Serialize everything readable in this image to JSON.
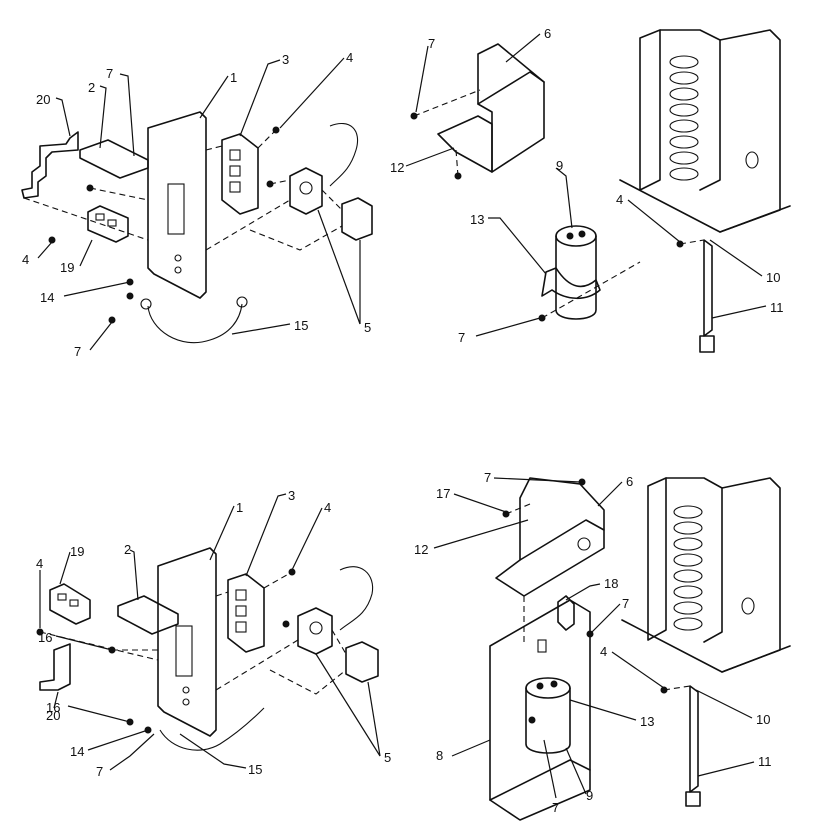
{
  "callouts": {
    "tl": [
      {
        "id": "tl-20",
        "text": "20"
      },
      {
        "id": "tl-2",
        "text": "2"
      },
      {
        "id": "tl-7a",
        "text": "7"
      },
      {
        "id": "tl-1",
        "text": "1"
      },
      {
        "id": "tl-3",
        "text": "3"
      },
      {
        "id": "tl-4a",
        "text": "4"
      },
      {
        "id": "tl-4b",
        "text": "4"
      },
      {
        "id": "tl-19",
        "text": "19"
      },
      {
        "id": "tl-14",
        "text": "14"
      },
      {
        "id": "tl-7b",
        "text": "7"
      },
      {
        "id": "tl-15",
        "text": "15"
      },
      {
        "id": "tl-5",
        "text": "5"
      }
    ],
    "tr": [
      {
        "id": "tr-7a",
        "text": "7"
      },
      {
        "id": "tr-6",
        "text": "6"
      },
      {
        "id": "tr-12",
        "text": "12"
      },
      {
        "id": "tr-9",
        "text": "9"
      },
      {
        "id": "tr-13",
        "text": "13"
      },
      {
        "id": "tr-4",
        "text": "4"
      },
      {
        "id": "tr-10",
        "text": "10"
      },
      {
        "id": "tr-11",
        "text": "11"
      },
      {
        "id": "tr-7b",
        "text": "7"
      }
    ],
    "bl": [
      {
        "id": "bl-19",
        "text": "19"
      },
      {
        "id": "bl-2",
        "text": "2"
      },
      {
        "id": "bl-1",
        "text": "1"
      },
      {
        "id": "bl-3",
        "text": "3"
      },
      {
        "id": "bl-4a",
        "text": "4"
      },
      {
        "id": "bl-4b",
        "text": "4"
      },
      {
        "id": "bl-16a",
        "text": "16"
      },
      {
        "id": "bl-20",
        "text": "20"
      },
      {
        "id": "bl-16b",
        "text": "16"
      },
      {
        "id": "bl-14",
        "text": "14"
      },
      {
        "id": "bl-7",
        "text": "7"
      },
      {
        "id": "bl-15",
        "text": "15"
      },
      {
        "id": "bl-5",
        "text": "5"
      }
    ],
    "br": [
      {
        "id": "br-7a",
        "text": "7"
      },
      {
        "id": "br-17",
        "text": "17"
      },
      {
        "id": "br-6",
        "text": "6"
      },
      {
        "id": "br-12",
        "text": "12"
      },
      {
        "id": "br-18",
        "text": "18"
      },
      {
        "id": "br-7b",
        "text": "7"
      },
      {
        "id": "br-4",
        "text": "4"
      },
      {
        "id": "br-13",
        "text": "13"
      },
      {
        "id": "br-10",
        "text": "10"
      },
      {
        "id": "br-8",
        "text": "8"
      },
      {
        "id": "br-7c",
        "text": "7"
      },
      {
        "id": "br-9",
        "text": "9"
      },
      {
        "id": "br-11",
        "text": "11"
      }
    ]
  }
}
